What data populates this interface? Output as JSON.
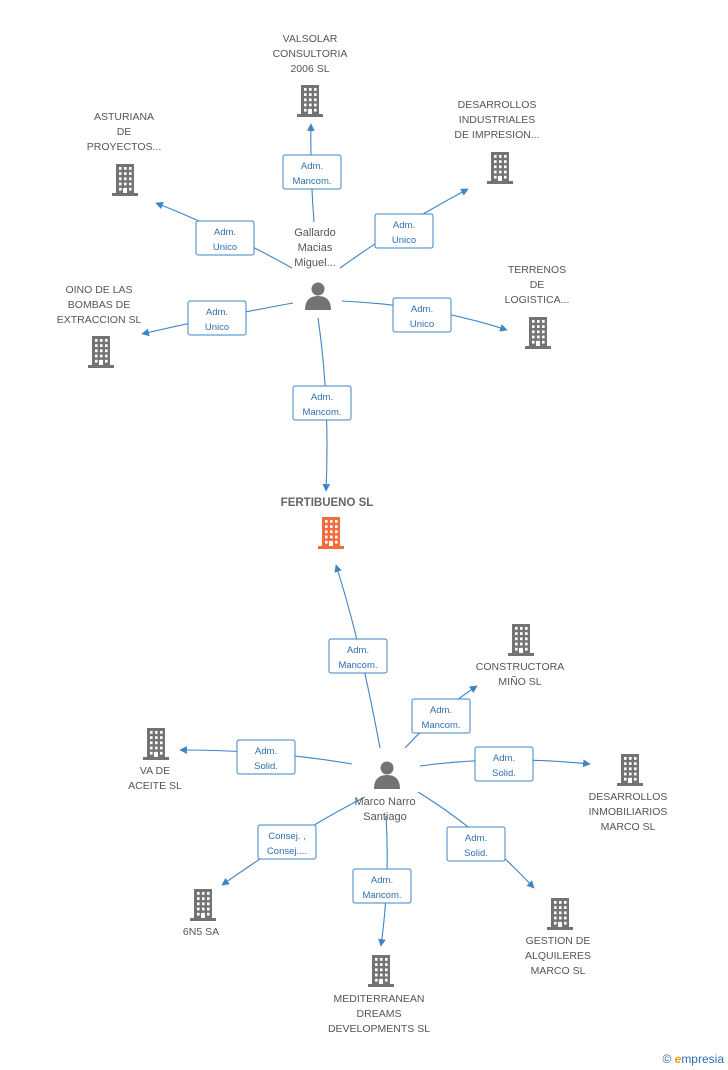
{
  "center": {
    "label": "FERTIBUENO SL"
  },
  "persons": [
    {
      "id": "gallardo",
      "label": [
        "Gallardo",
        "Macias",
        "Miguel..."
      ]
    },
    {
      "id": "marco",
      "label": [
        "Marco Narro",
        "Santiago"
      ]
    }
  ],
  "companies": [
    {
      "id": "valsolar",
      "label": [
        "VALSOLAR",
        "CONSULTORIA",
        "2006 SL"
      ]
    },
    {
      "id": "asturiana",
      "label": [
        "ASTURIANA",
        "DE",
        "PROYECTOS..."
      ]
    },
    {
      "id": "desarrollos_ind",
      "label": [
        "DESARROLLOS",
        "INDUSTRIALES",
        "DE IMPRESION..."
      ]
    },
    {
      "id": "oino",
      "label": [
        "OINO DE LAS",
        "BOMBAS DE",
        "EXTRACCION  SL"
      ]
    },
    {
      "id": "terrenos",
      "label": [
        "TERRENOS",
        "DE",
        "LOGISTICA..."
      ]
    },
    {
      "id": "constructora",
      "label": [
        "CONSTRUCTORA",
        "MIÑO SL"
      ]
    },
    {
      "id": "va_aceite",
      "label": [
        "VA DE",
        "ACEITE SL"
      ]
    },
    {
      "id": "desarrollos_inm",
      "label": [
        "DESARROLLOS",
        "INMOBILIARIOS",
        "MARCO SL"
      ]
    },
    {
      "id": "6n5",
      "label": [
        "6N5 SA"
      ]
    },
    {
      "id": "gestion",
      "label": [
        "GESTION DE",
        "ALQUILERES",
        "MARCO SL"
      ]
    },
    {
      "id": "mediterranean",
      "label": [
        "MEDITERRANEAN",
        "DREAMS",
        "DEVELOPMENTS SL"
      ]
    }
  ],
  "relations": [
    {
      "from": "gallardo",
      "to": "valsolar",
      "label": [
        "Adm.",
        "Mancom."
      ]
    },
    {
      "from": "gallardo",
      "to": "asturiana",
      "label": [
        "Adm.",
        "Unico"
      ]
    },
    {
      "from": "gallardo",
      "to": "desarrollos_ind",
      "label": [
        "Adm.",
        "Unico"
      ]
    },
    {
      "from": "gallardo",
      "to": "oino",
      "label": [
        "Adm.",
        "Unico"
      ]
    },
    {
      "from": "gallardo",
      "to": "terrenos",
      "label": [
        "Adm.",
        "Unico"
      ]
    },
    {
      "from": "gallardo",
      "to": "fertibueno",
      "label": [
        "Adm.",
        "Mancom."
      ]
    },
    {
      "from": "marco",
      "to": "fertibueno",
      "label": [
        "Adm.",
        "Mancom."
      ]
    },
    {
      "from": "marco",
      "to": "constructora",
      "label": [
        "Adm.",
        "Mancom."
      ]
    },
    {
      "from": "marco",
      "to": "va_aceite",
      "label": [
        "Adm.",
        "Solid."
      ]
    },
    {
      "from": "marco",
      "to": "desarrollos_inm",
      "label": [
        "Adm.",
        "Solid."
      ]
    },
    {
      "from": "marco",
      "to": "6n5",
      "label": [
        "Consej. ,",
        "Consej...."
      ]
    },
    {
      "from": "marco",
      "to": "gestion",
      "label": [
        "Adm.",
        "Solid."
      ]
    },
    {
      "from": "marco",
      "to": "mediterranean",
      "label": [
        "Adm.",
        "Mancom."
      ]
    }
  ],
  "colors": {
    "company": "#737373",
    "center": "#f26b3a",
    "person": "#737373",
    "edge": "#3d85c6"
  },
  "footer": {
    "copyright": "©",
    "brand_initial": "e",
    "brand_rest": "mpresia"
  }
}
